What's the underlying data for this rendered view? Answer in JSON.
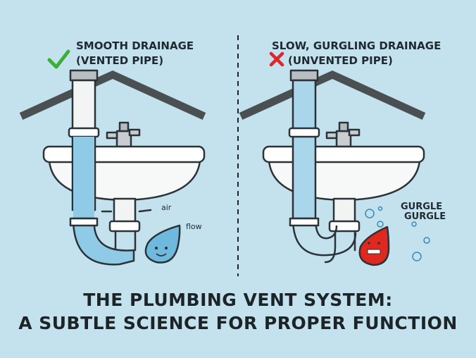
{
  "colors": {
    "background": "#c4e2ee",
    "check": "#3cae3a",
    "cross": "#e0242a",
    "water": "#8fcbe6",
    "red_drop": "#e0281f"
  },
  "left_panel": {
    "icon": "check-icon",
    "heading_line1": "SMOOTH DRAINAGE",
    "heading_line2": "(VENTED PIPE)",
    "air_label": "air",
    "flow_label": "flow"
  },
  "right_panel": {
    "icon": "cross-icon",
    "heading_line1": "SLOW, GURGLING DRAINAGE",
    "heading_line2": "(UNVENTED PIPE)",
    "gurgle_line1": "GURGLE",
    "gurgle_line2": "GURGLE"
  },
  "title": {
    "line1": "THE PLUMBING VENT SYSTEM:",
    "line2": "A SUBTLE SCIENCE FOR PROPER FUNCTION"
  }
}
